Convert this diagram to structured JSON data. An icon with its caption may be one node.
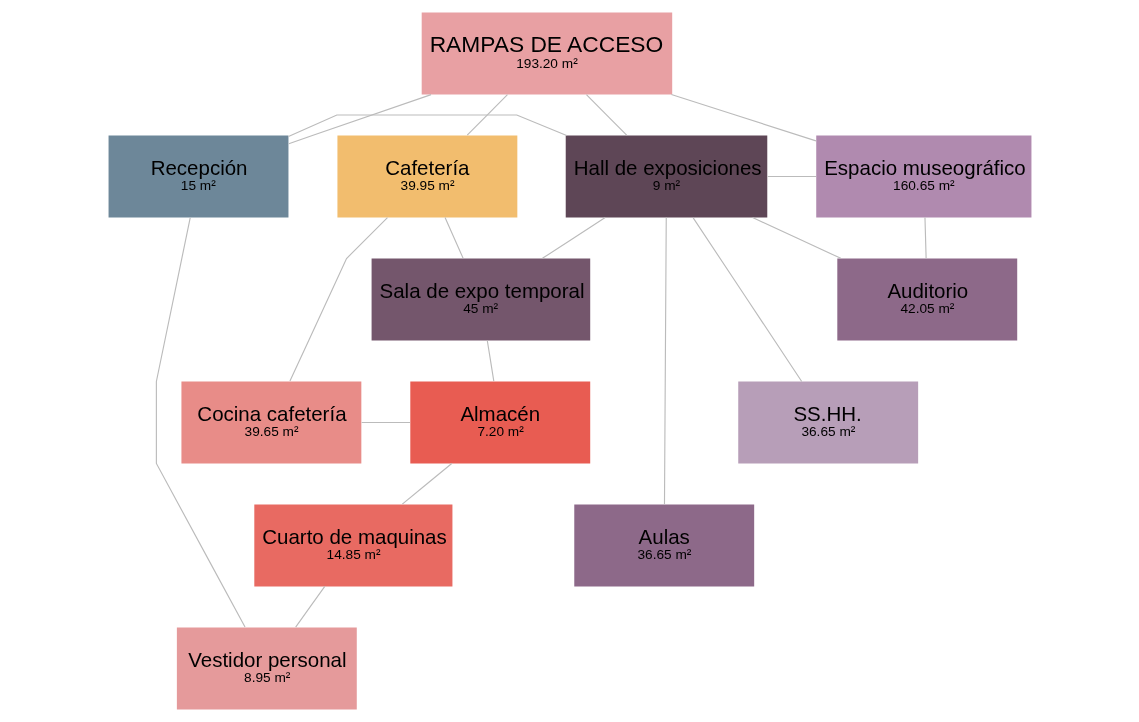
{
  "diagram": {
    "nodes": [
      {
        "text": [
          "RAMPAS DE ACCESO",
          "193.20 m²"
        ]
      },
      {
        "text": [
          "Cafetería",
          "39.95 m²"
        ]
      },
      {
        "text": [
          "Recepción",
          "15 m²"
        ]
      },
      {
        "text": [
          "Hall de exposiciones",
          "9 m²"
        ]
      },
      {
        "text": [
          "Espacio museográfico",
          "160.65 m²"
        ]
      },
      {
        "text": [
          "Sala de expo temporal",
          "45 m²"
        ]
      },
      {
        "text": [
          "Auditorio",
          "42.05 m²"
        ]
      },
      {
        "text": [
          "Cocina cafetería",
          "39.65 m²"
        ]
      },
      {
        "text": [
          "Almacén",
          "7.20 m²"
        ]
      },
      {
        "text": [
          "SS.HH.",
          "36.65 m²"
        ]
      },
      {
        "text": [
          "Cuarto de maquinas",
          "14.85 m²"
        ]
      },
      {
        "text": [
          "Aulas",
          "36.65 m²"
        ]
      },
      {
        "text": [
          "Vestidor personal",
          "8.95 m²"
        ]
      }
    ],
    "edges": [
      {
        "from": 0,
        "to": 1,
        "arrow": "none"
      },
      {
        "from": 0,
        "to": 2,
        "arrow": "none"
      },
      {
        "from": 0,
        "to": 3,
        "arrow": "none"
      },
      {
        "from": 0,
        "to": 4,
        "arrow": "none"
      },
      {
        "from": 2,
        "to": 3,
        "arrow": "none"
      },
      {
        "from": 3,
        "to": 4,
        "arrow": "none"
      },
      {
        "from": 3,
        "to": 6,
        "arrow": "none"
      },
      {
        "from": 4,
        "to": 6,
        "arrow": "none"
      },
      {
        "from": 1,
        "to": 5,
        "arrow": "none"
      },
      {
        "from": 3,
        "to": 5,
        "arrow": "none"
      },
      {
        "from": 1,
        "to": 7,
        "arrow": "none"
      },
      {
        "from": 5,
        "to": 8,
        "arrow": "none"
      },
      {
        "from": 7,
        "to": 8,
        "arrow": "none"
      },
      {
        "from": 3,
        "to": 9,
        "arrow": "none"
      },
      {
        "from": 3,
        "to": 11,
        "arrow": "none"
      },
      {
        "from": 8,
        "to": 10,
        "arrow": "none"
      },
      {
        "from": 10,
        "to": 12,
        "arrow": "none"
      },
      {
        "from": 2,
        "to": 12,
        "arrow": "none"
      }
    ]
  }
}
